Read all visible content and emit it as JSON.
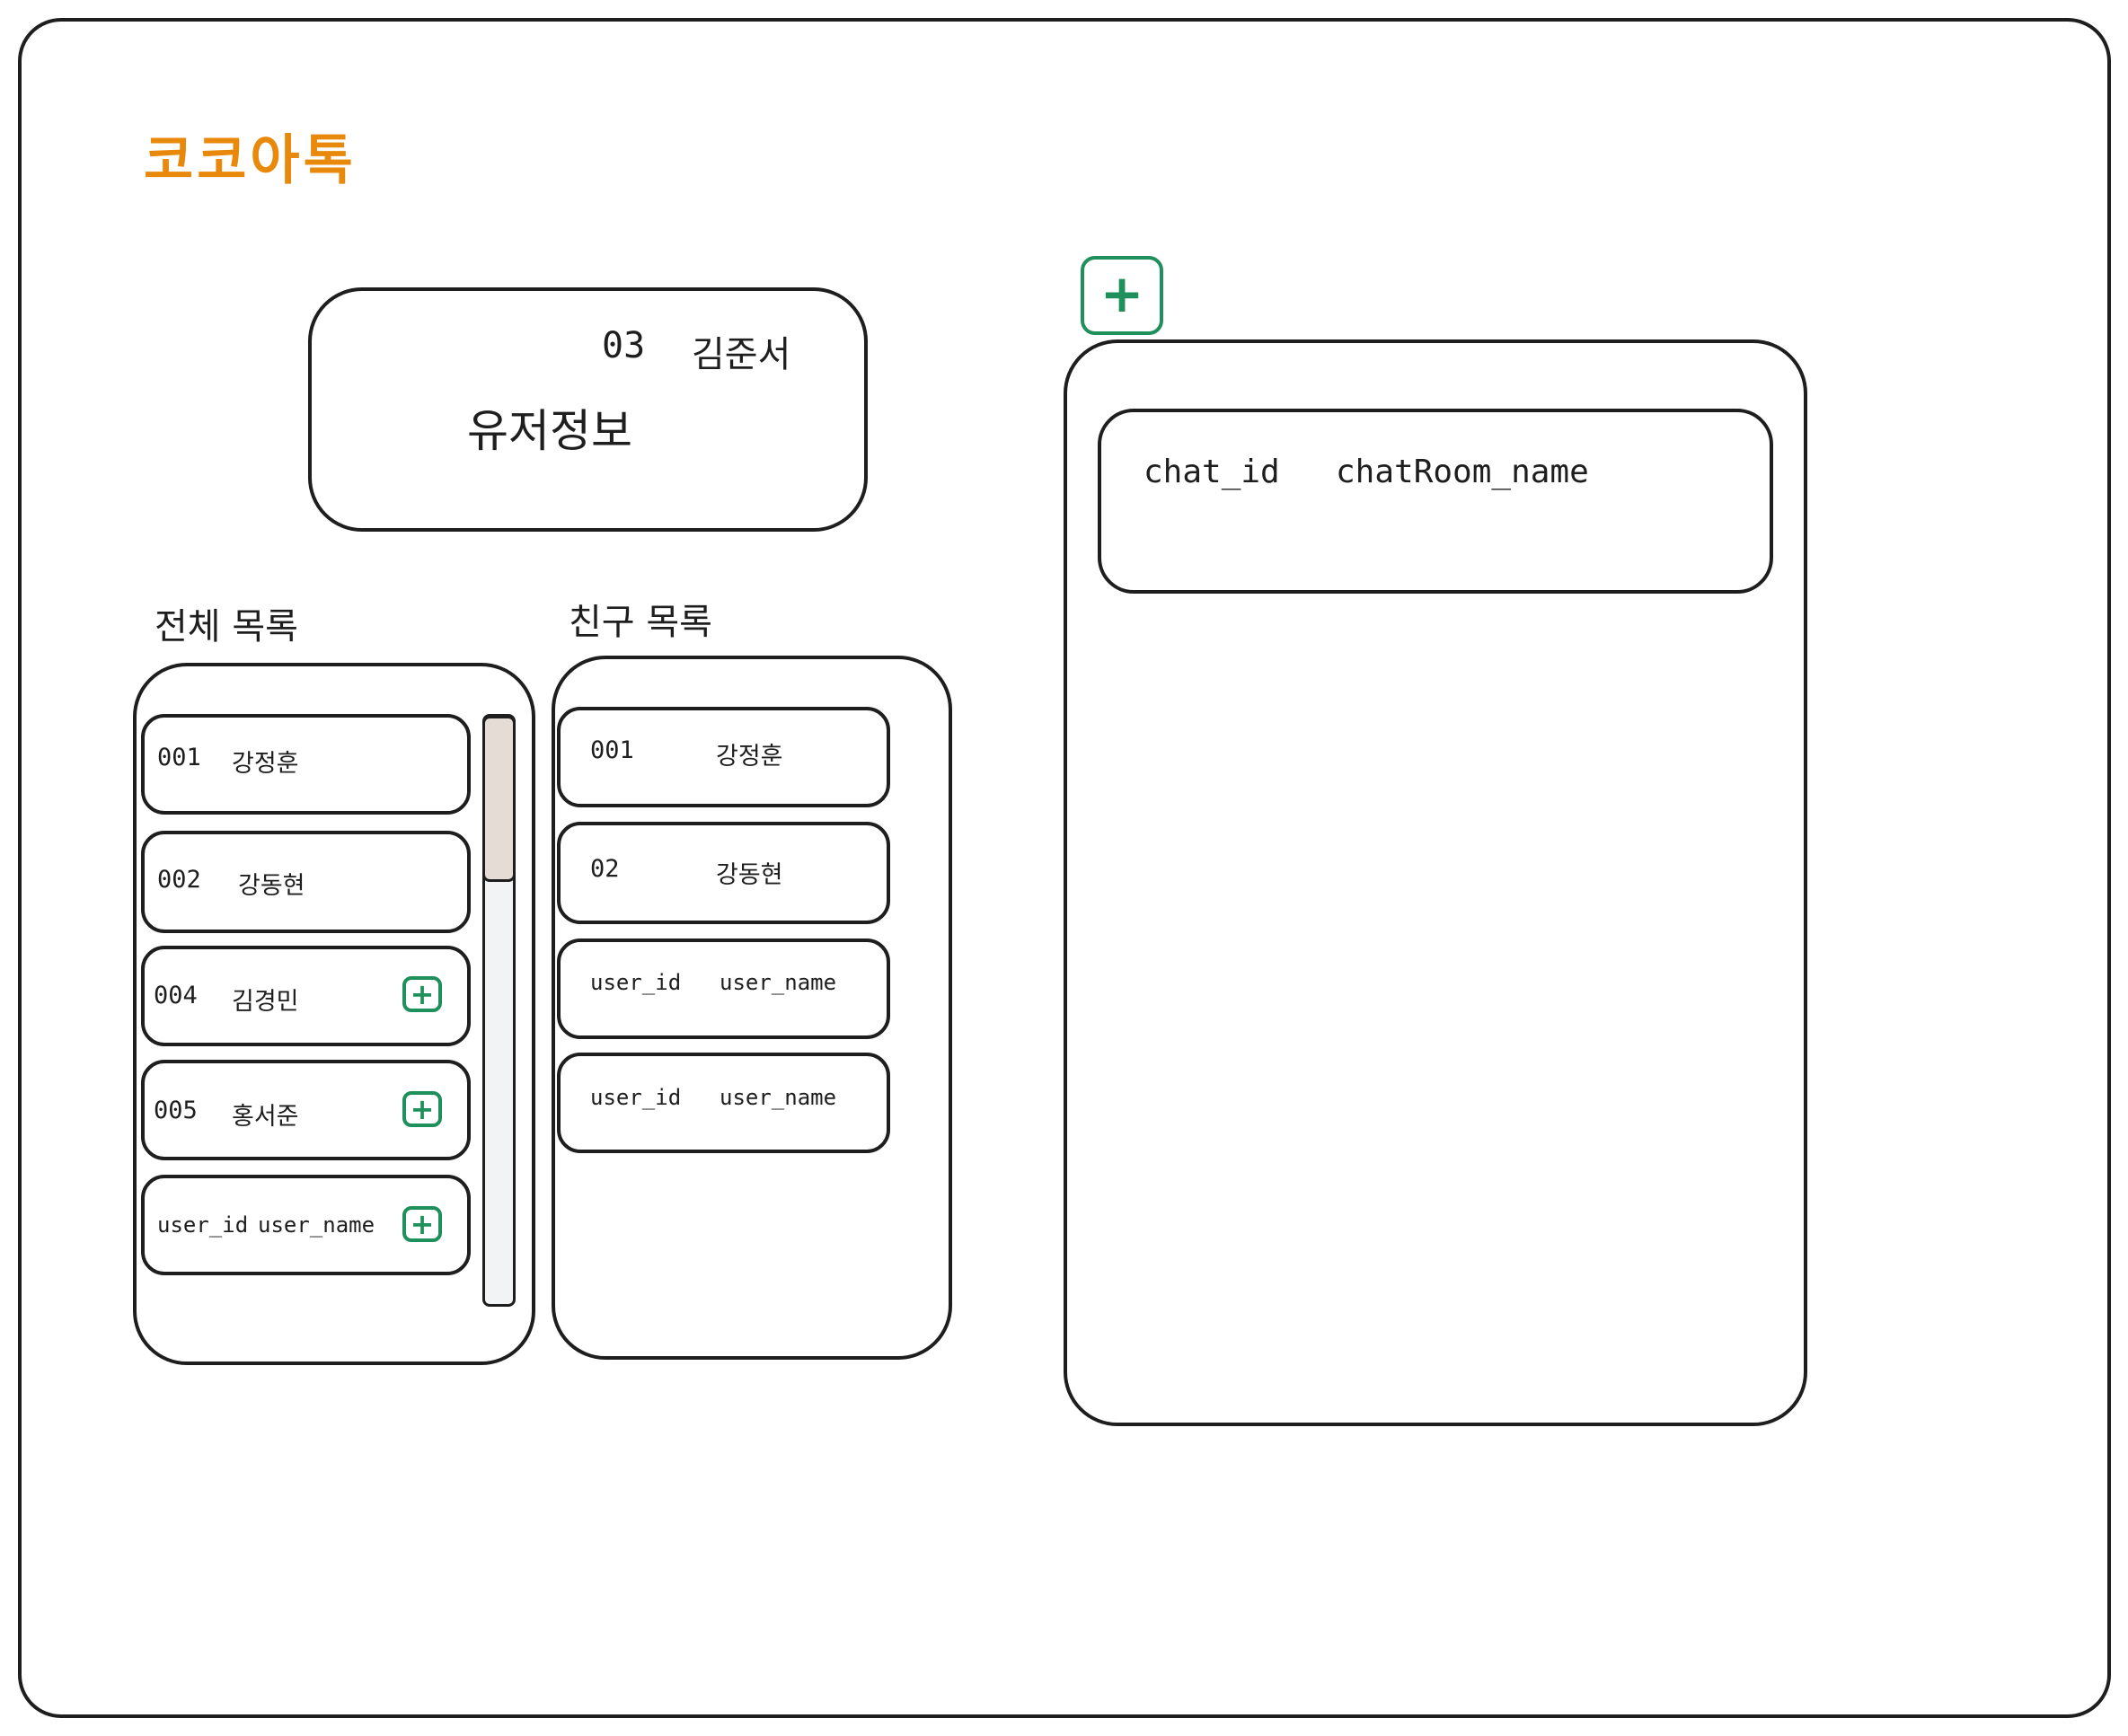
{
  "app": {
    "title": "코코아톡"
  },
  "user_info": {
    "id": "03",
    "name": "김준서",
    "title": "유저정보"
  },
  "all_list": {
    "label": "전체 목록",
    "items": [
      {
        "id": "001",
        "name": "강정훈",
        "has_add": false
      },
      {
        "id": "002",
        "name": "강동현",
        "has_add": false
      },
      {
        "id": "004",
        "name": "김경민",
        "has_add": true
      },
      {
        "id": "005",
        "name": "홍서준",
        "has_add": true
      },
      {
        "id": "user_id",
        "name": "user_name",
        "has_add": true
      }
    ],
    "add_icon": "plus-icon"
  },
  "friend_list": {
    "label": "친구 목록",
    "items": [
      {
        "id": "001",
        "name": "강정훈"
      },
      {
        "id": "02",
        "name": "강동현"
      },
      {
        "id": "user_id",
        "name": "user_name"
      },
      {
        "id": "user_id",
        "name": "user_name"
      }
    ]
  },
  "chat_rooms": {
    "add_icon": "plus-icon",
    "items": [
      {
        "id": "chat_id",
        "name": "chatRoom_name"
      }
    ]
  },
  "colors": {
    "accent": "#e8890c",
    "add": "#1f8f5c",
    "scroll_thumb": "#e6dcd6"
  }
}
